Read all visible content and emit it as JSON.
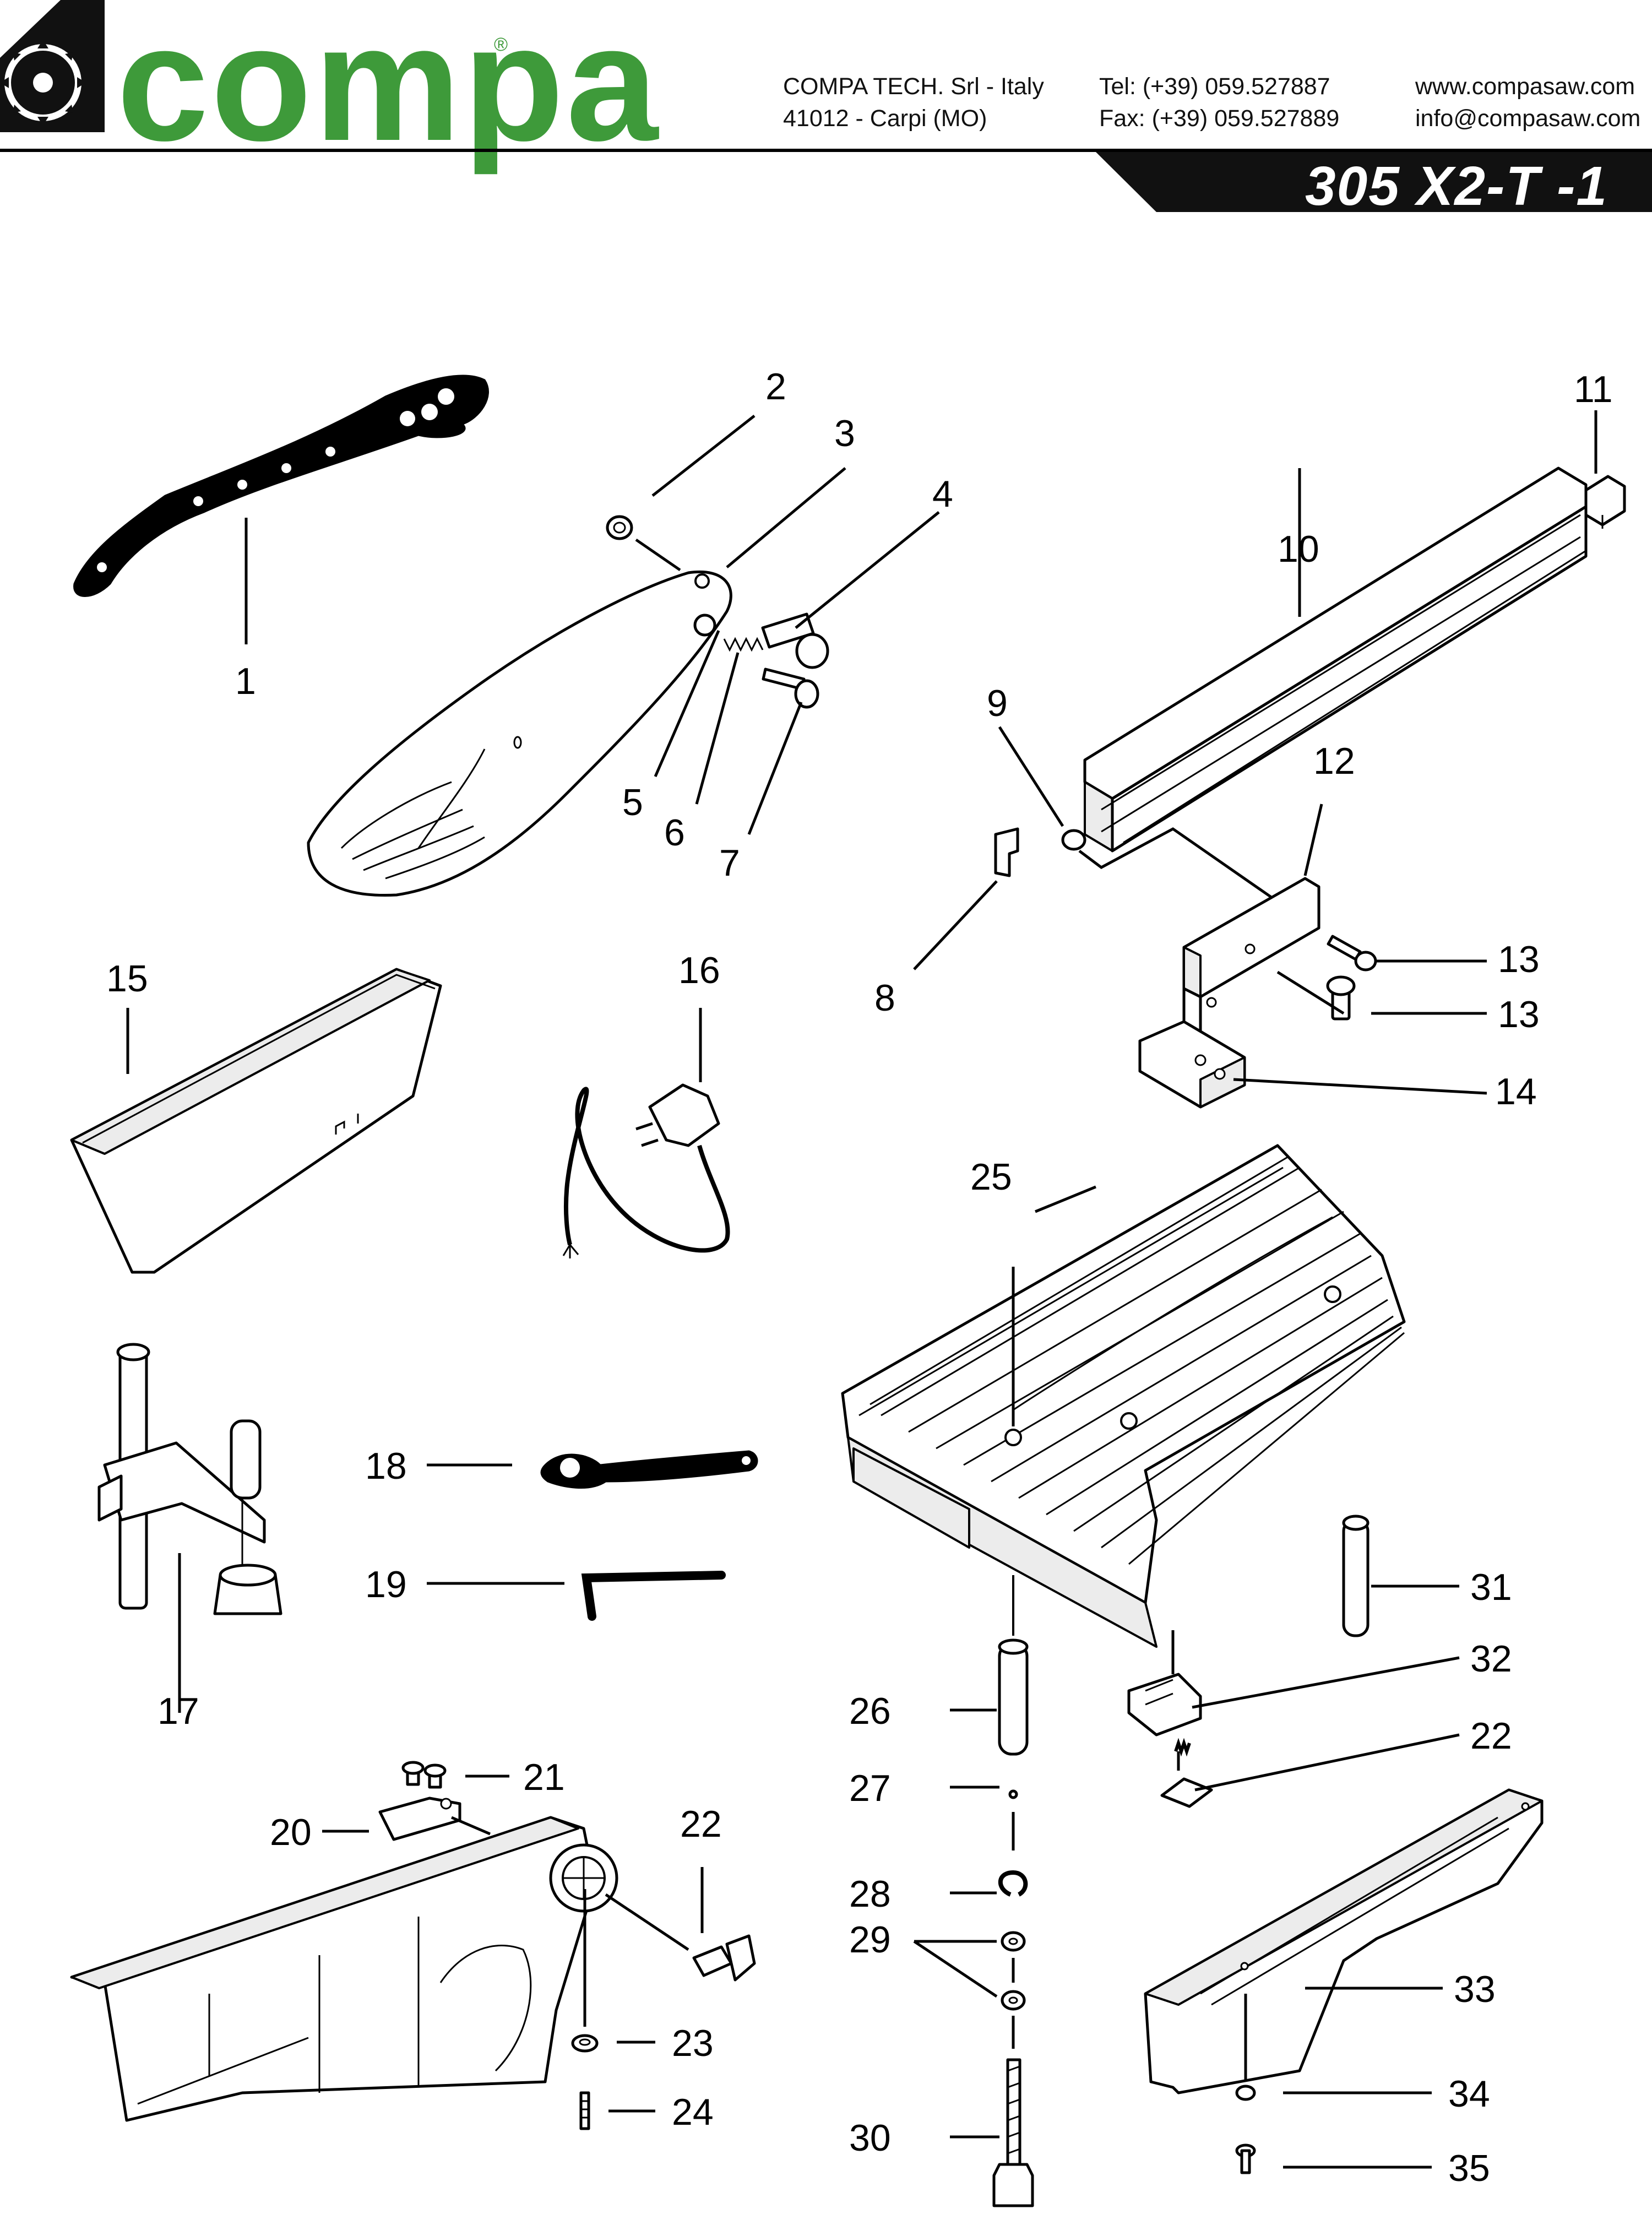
{
  "brand": {
    "name": "compa",
    "registered_mark": "®",
    "color": "#3e9a3a"
  },
  "company": {
    "line1": "COMPA TECH. Srl - Italy",
    "line2": "41012 - Carpi (MO)"
  },
  "contact": {
    "tel": "Tel: (+39) 059.527887",
    "fax": "Fax: (+39) 059.527889",
    "web": "www.compasaw.com",
    "email": "info@compasaw.com"
  },
  "model": "305 X2-T -1",
  "callouts": [
    "1",
    "2",
    "3",
    "4",
    "5",
    "6",
    "7",
    "8",
    "9",
    "10",
    "11",
    "12",
    "13",
    "13",
    "14",
    "15",
    "16",
    "17",
    "18",
    "19",
    "20",
    "21",
    "22",
    "22",
    "23",
    "24",
    "25",
    "26",
    "27",
    "28",
    "29",
    "30",
    "31",
    "32",
    "33",
    "34",
    "35"
  ]
}
